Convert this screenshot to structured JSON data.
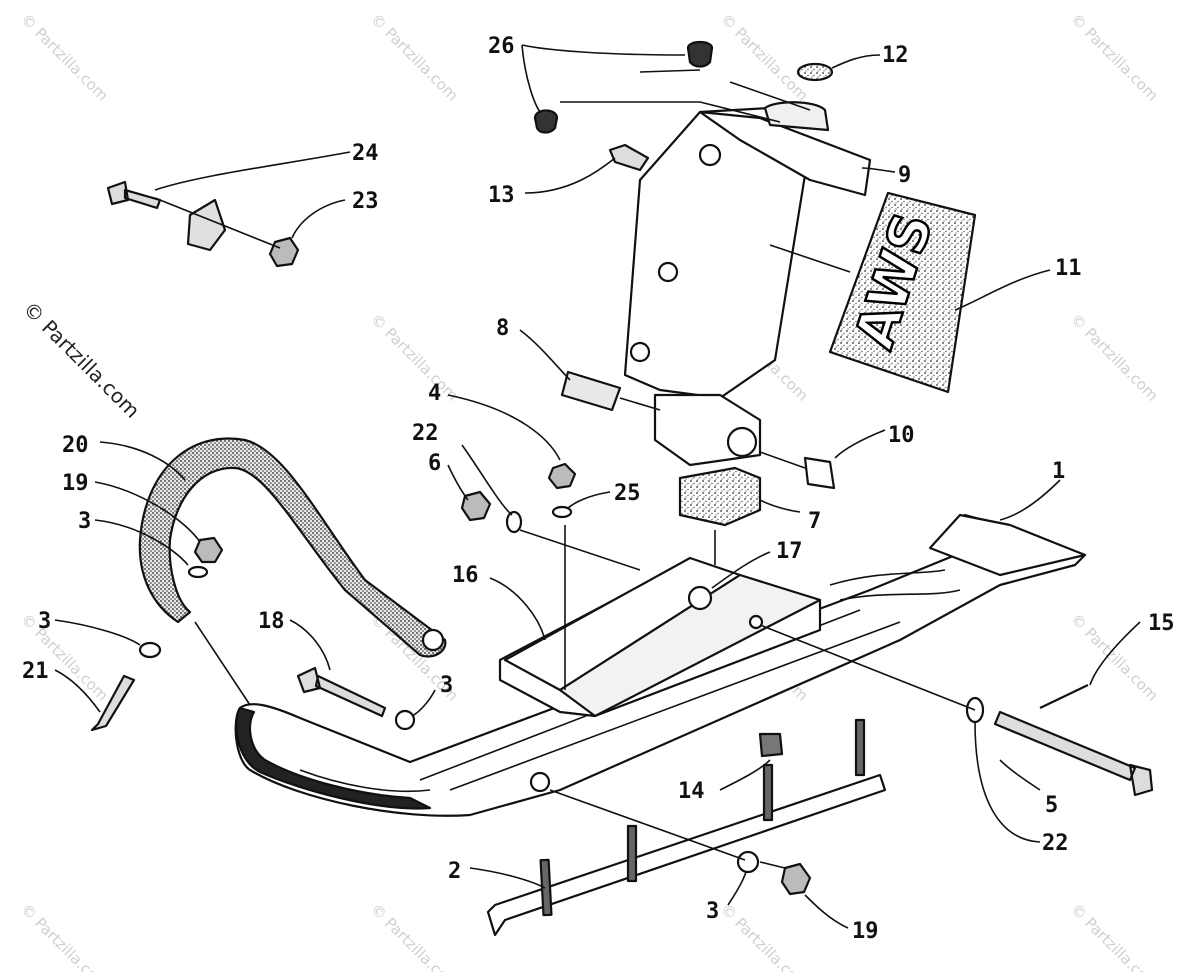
{
  "diagram": {
    "watermark_main": "© Partzilla.com",
    "watermark_tile": "© Partzilla.com",
    "decal_text": "AWS",
    "callouts": {
      "c1": "1",
      "c2": "2",
      "c3a": "3",
      "c3b": "3",
      "c3c": "3",
      "c3d": "3",
      "c4": "4",
      "c5": "5",
      "c6": "6",
      "c7": "7",
      "c8": "8",
      "c9": "9",
      "c10": "10",
      "c11": "11",
      "c12": "12",
      "c13": "13",
      "c14": "14",
      "c15": "15",
      "c16": "16",
      "c17": "17",
      "c18": "18",
      "c19a": "19",
      "c19b": "19",
      "c20": "20",
      "c21": "21",
      "c22a": "22",
      "c22b": "22",
      "c23": "23",
      "c24": "24",
      "c25": "25",
      "c26": "26"
    }
  }
}
